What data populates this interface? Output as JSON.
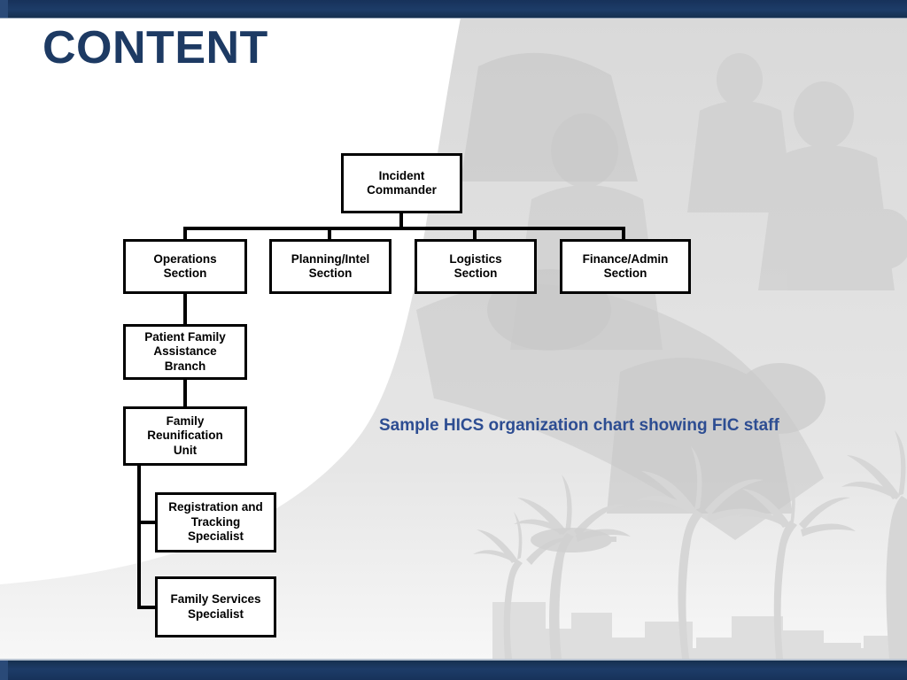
{
  "slide": {
    "title": "CONTENT",
    "caption": "Sample HICS organization chart showing FIC staff",
    "title_color": "#1d3a63",
    "caption_color": "#2d4d92",
    "bar_color": "#1d3c68",
    "background_color": "#ffffff",
    "watermark_description": "faded grayscale photo of emergency workers with palm trees and city skyline"
  },
  "chart_data": {
    "type": "diagram",
    "title": "Sample HICS organization chart showing FIC staff",
    "node_border_color": "#000000",
    "node_fill_color": "#ffffff",
    "nodes": [
      {
        "id": "incident_commander",
        "label": "Incident\nCommander",
        "level": 0
      },
      {
        "id": "operations",
        "label": "Operations\nSection",
        "level": 1
      },
      {
        "id": "planning",
        "label": "Planning/Intel\nSection",
        "level": 1
      },
      {
        "id": "logistics",
        "label": "Logistics\nSection",
        "level": 1
      },
      {
        "id": "finance",
        "label": "Finance/Admin\nSection",
        "level": 1
      },
      {
        "id": "pfa_branch",
        "label": "Patient Family\nAssistance\nBranch",
        "level": 2
      },
      {
        "id": "reunification_unit",
        "label": "Family\nReunification\nUnit",
        "level": 3
      },
      {
        "id": "registration_spec",
        "label": "Registration and\nTracking\nSpecialist",
        "level": 4
      },
      {
        "id": "family_services_spec",
        "label": "Family Services\nSpecialist",
        "level": 4
      }
    ],
    "edges": [
      {
        "from": "incident_commander",
        "to": "operations"
      },
      {
        "from": "incident_commander",
        "to": "planning"
      },
      {
        "from": "incident_commander",
        "to": "logistics"
      },
      {
        "from": "incident_commander",
        "to": "finance"
      },
      {
        "from": "operations",
        "to": "pfa_branch"
      },
      {
        "from": "pfa_branch",
        "to": "reunification_unit"
      },
      {
        "from": "reunification_unit",
        "to": "registration_spec"
      },
      {
        "from": "reunification_unit",
        "to": "family_services_spec"
      }
    ]
  }
}
